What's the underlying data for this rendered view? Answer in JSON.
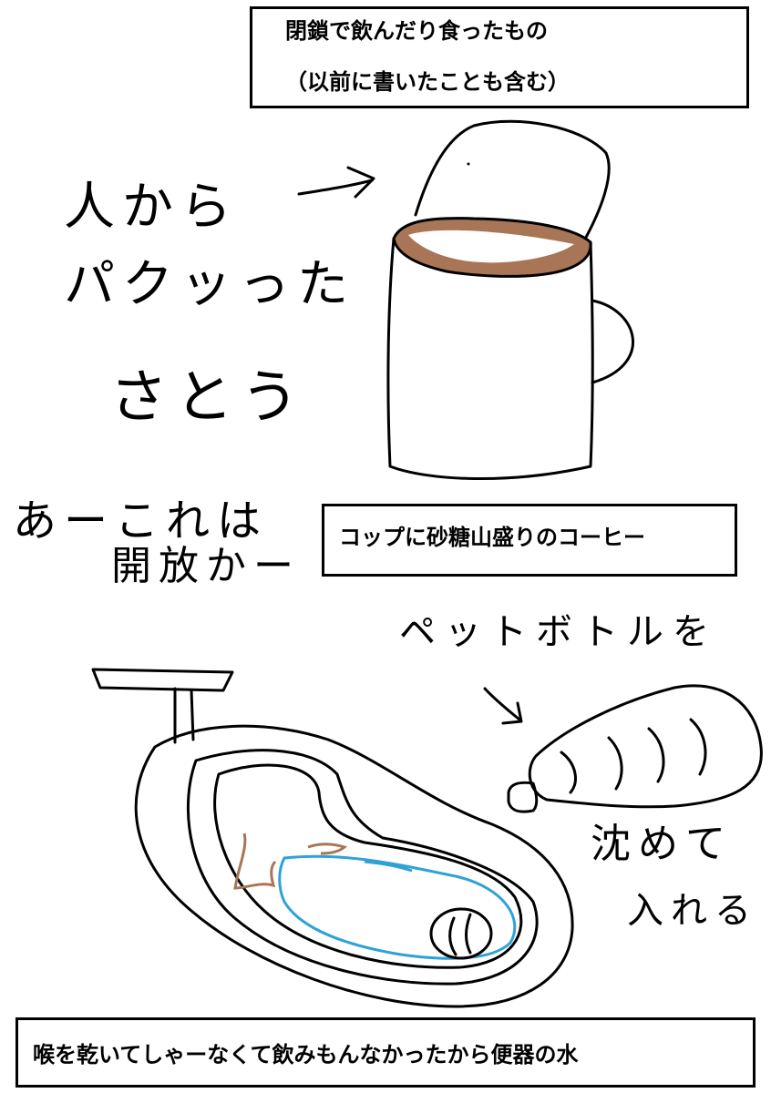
{
  "title": {
    "line1": "閉鎖で飲んだり食ったもの",
    "line2": "（以前に書いたことも含む）"
  },
  "coffee": {
    "caption": "コップに砂糖山盛りのコーヒー",
    "note_line1": "人から",
    "note_line2": "パクッった",
    "note_line3": "さとう",
    "note_line4": "あーこれは",
    "note_line5": "開放かー",
    "colors": {
      "coffee": "#a87556"
    }
  },
  "toilet": {
    "caption": "喉を乾いてしゃーなくて飲みもんなかったから便器の水",
    "note_bottle": "ペットボトルを",
    "note_line1": "沈めて",
    "note_line2": "入れる",
    "colors": {
      "water": "#2ea2d6",
      "stain": "#a87556"
    }
  }
}
